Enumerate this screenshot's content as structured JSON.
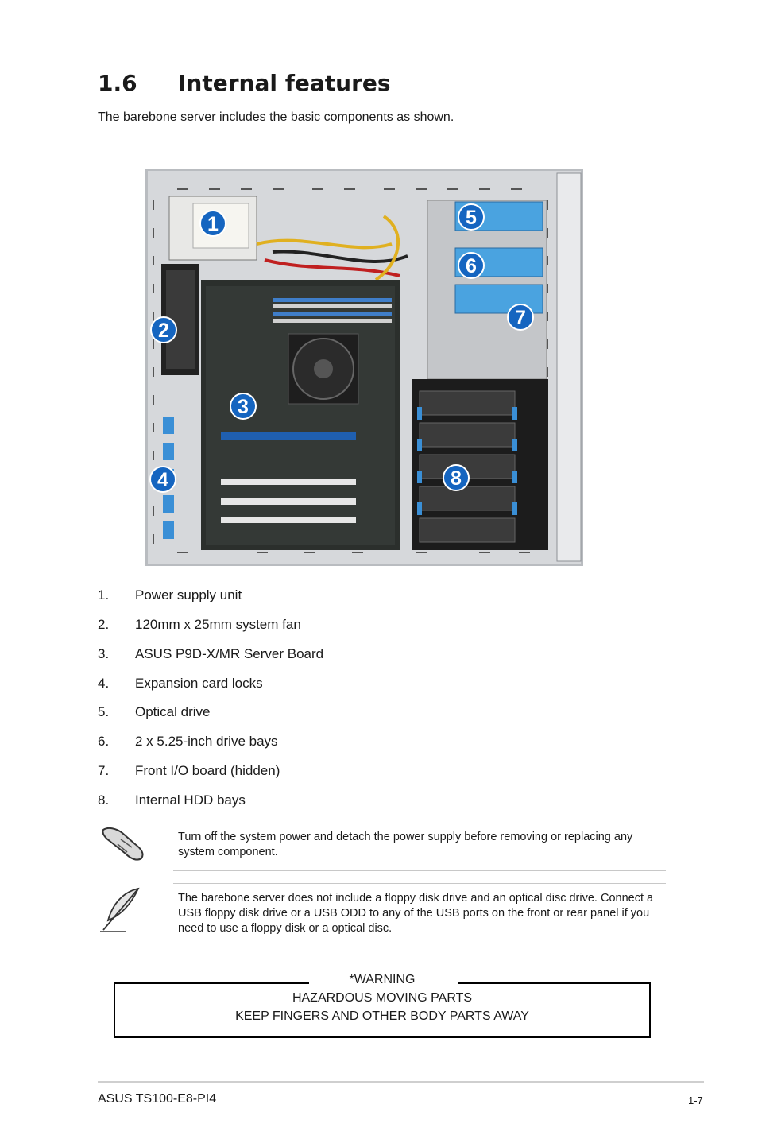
{
  "section": {
    "number": "1.6",
    "title": "Internal features"
  },
  "intro": "The barebone server includes the basic components as shown.",
  "callouts": [
    "1",
    "2",
    "3",
    "4",
    "5",
    "6",
    "7",
    "8"
  ],
  "components": [
    {
      "num": "1.",
      "label": "Power supply unit"
    },
    {
      "num": "2.",
      "label": "120mm x 25mm system fan"
    },
    {
      "num": "3.",
      "label": "ASUS P9D-X/MR Server Board"
    },
    {
      "num": "4.",
      "label": "Expansion card locks"
    },
    {
      "num": "5.",
      "label": "Optical drive"
    },
    {
      "num": "6.",
      "label": "2 x 5.25-inch drive bays"
    },
    {
      "num": "7.",
      "label": "Front I/O board (hidden)"
    },
    {
      "num": "8.",
      "label": "Internal HDD bays"
    }
  ],
  "notes": {
    "caution": "Turn off the system power and detach the power supply before removing or replacing any system component.",
    "note": "The barebone server does not include a floppy disk drive and an optical disc drive. Connect a USB floppy disk drive or a USB ODD to any of the USB ports on the front or rear panel if you need to use a floppy disk or a optical disc."
  },
  "warning": {
    "header": "*WARNING",
    "line1": "HAZARDOUS MOVING PARTS",
    "line2": "KEEP FINGERS AND OTHER BODY PARTS AWAY"
  },
  "footer": {
    "model": "ASUS TS100-E8-PI4",
    "page": "1-7"
  },
  "colors": {
    "callout": "#1565c0",
    "drive_bay": "#4aa3e0",
    "pcie_slot": "#1f5fb0",
    "hdd_cage": "#1c1c1c"
  },
  "icons": [
    "hand-caution-icon",
    "feather-note-icon"
  ]
}
